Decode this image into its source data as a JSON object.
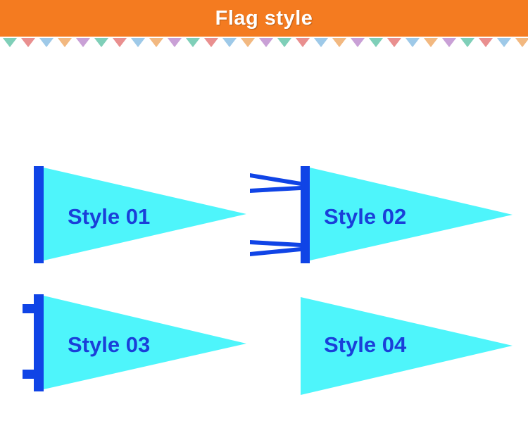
{
  "header": {
    "title": "Flag style"
  },
  "colors": {
    "header_bg": "#f47b20",
    "pennant_fill": "#4ef5fb",
    "pole": "#1044e6",
    "label": "#1a3fd9",
    "bunting": [
      "#7fcfb8",
      "#e98f8f",
      "#9ec9e8",
      "#f2b880",
      "#c9a0d6"
    ]
  },
  "flags": [
    {
      "id": "style-01",
      "label": "Style 01",
      "attachment": "pole"
    },
    {
      "id": "style-02",
      "label": "Style 02",
      "attachment": "pole-with-ties"
    },
    {
      "id": "style-03",
      "label": "Style 03",
      "attachment": "pole-with-tabs"
    },
    {
      "id": "style-04",
      "label": "Style 04",
      "attachment": "none"
    }
  ]
}
